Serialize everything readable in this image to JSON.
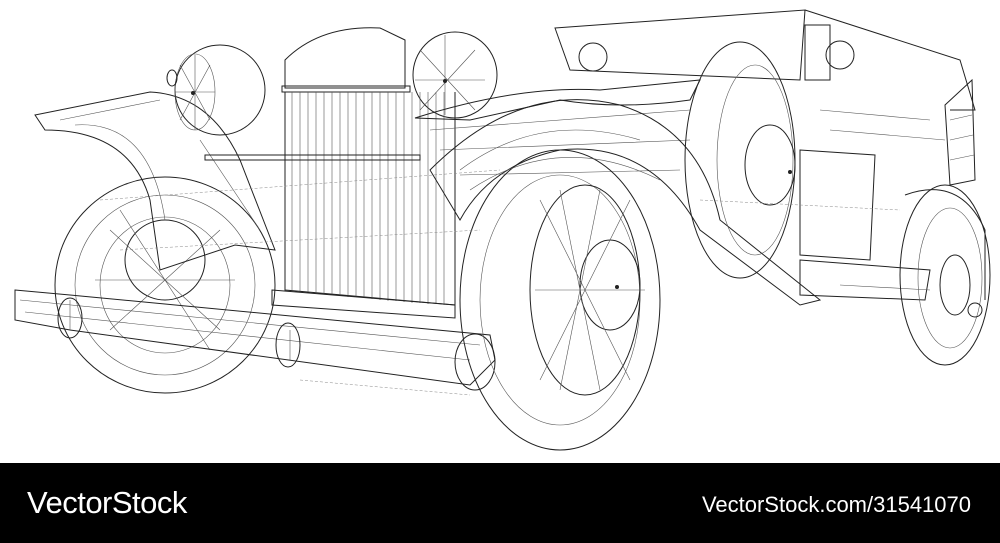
{
  "illustration": {
    "subject": "wireframe vintage car",
    "line_color": "#222222",
    "background_color": "#ffffff"
  },
  "watermark_bar": {
    "brand": "VectorStock",
    "url": "VectorStock.com/31541070",
    "background_color": "#000000",
    "text_color": "#ffffff"
  }
}
